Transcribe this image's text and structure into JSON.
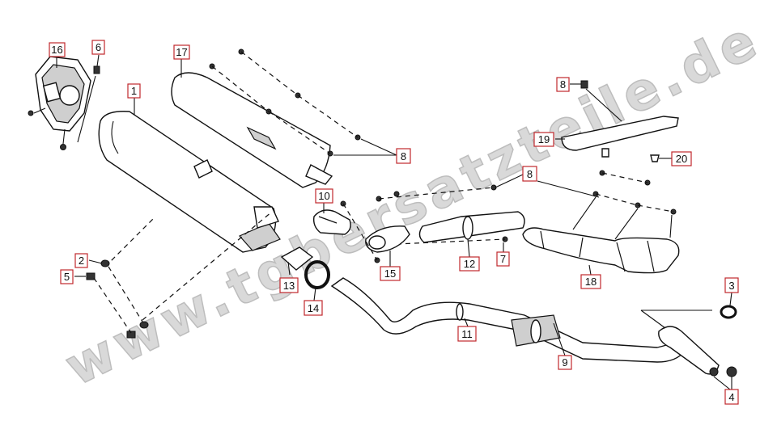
{
  "watermark": "www.tgbersatzteile.de",
  "callouts": [
    {
      "id": "c16",
      "text": "16"
    },
    {
      "id": "c6",
      "text": "6"
    },
    {
      "id": "c17",
      "text": "17"
    },
    {
      "id": "c1",
      "text": "1"
    },
    {
      "id": "c8a",
      "text": "8"
    },
    {
      "id": "c8b",
      "text": "8"
    },
    {
      "id": "c8c",
      "text": "8"
    },
    {
      "id": "c19",
      "text": "19"
    },
    {
      "id": "c20",
      "text": "20"
    },
    {
      "id": "c10",
      "text": "10"
    },
    {
      "id": "c2",
      "text": "2"
    },
    {
      "id": "c5",
      "text": "5"
    },
    {
      "id": "c13",
      "text": "13"
    },
    {
      "id": "c14",
      "text": "14"
    },
    {
      "id": "c15",
      "text": "15"
    },
    {
      "id": "c12",
      "text": "12"
    },
    {
      "id": "c7",
      "text": "7"
    },
    {
      "id": "c18",
      "text": "18"
    },
    {
      "id": "c3",
      "text": "3"
    },
    {
      "id": "c11",
      "text": "11"
    },
    {
      "id": "c9",
      "text": "9"
    },
    {
      "id": "c4",
      "text": "4"
    }
  ]
}
